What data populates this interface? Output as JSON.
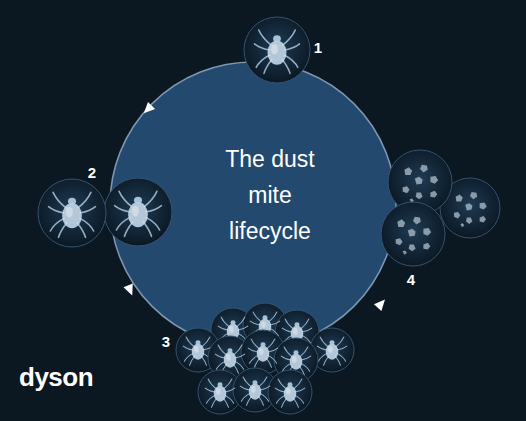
{
  "diagram": {
    "nodes": [
      {
        "text": [
          "The dust mite lifecycle"
        ]
      }
    ],
    "labels": [
      "1",
      "2",
      "3",
      "4",
      "dyson"
    ]
  }
}
